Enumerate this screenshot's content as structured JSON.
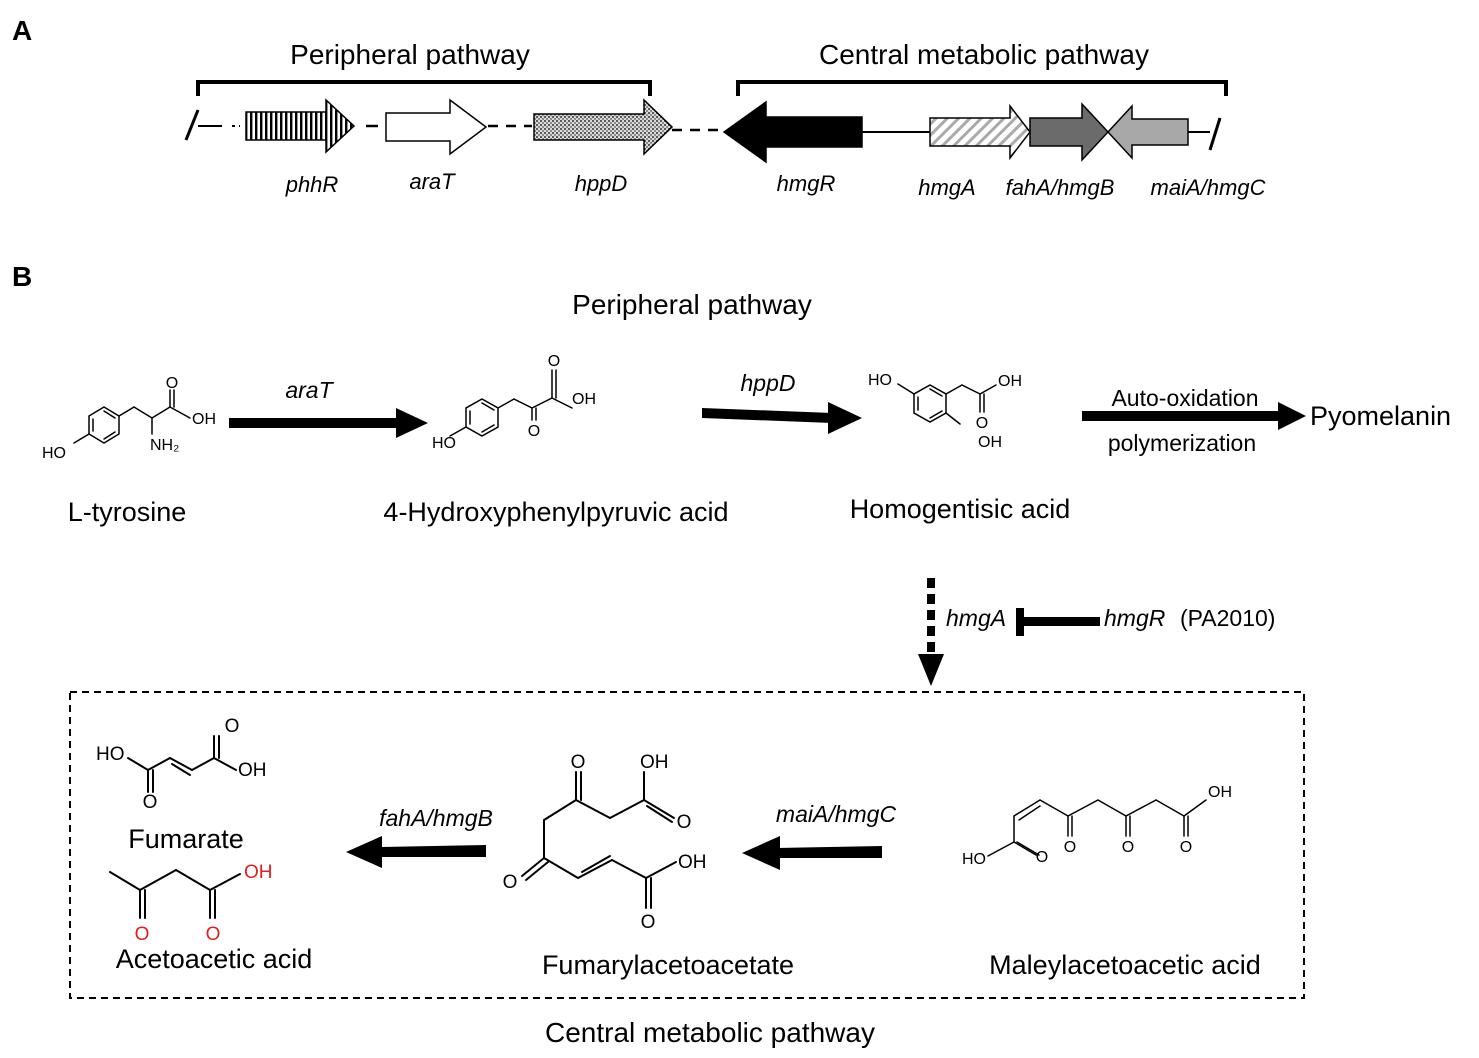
{
  "panel_a": {
    "label": "A",
    "peripheral_title": "Peripheral pathway",
    "central_title": "Central metabolic pathway",
    "genes": {
      "phhR": "phhR",
      "araT": "araT",
      "hppD": "hppD",
      "hmgR": "hmgR",
      "hmgA": "hmgA",
      "fahA": "fahA/hmgB",
      "maiA": "maiA/hmgC"
    }
  },
  "panel_b": {
    "label": "B",
    "peripheral_title": "Peripheral pathway",
    "central_title": "Central metabolic pathway",
    "compounds": {
      "tyrosine": "L-tyrosine",
      "hpp": "4-Hydroxyphenylpyruvic acid",
      "hga": "Homogentisic acid",
      "pyomelanin": "Pyomelanin",
      "fumarate": "Fumarate",
      "acetoacetic": "Acetoacetic acid",
      "fumarylacetoacetate": "Fumarylacetoacetate",
      "maleylacetoacetic": "Maleylacetoacetic acid"
    },
    "enzymes": {
      "araT": "araT",
      "hppD": "hppD",
      "autoox": "Auto-oxidation",
      "polym": "polymerization",
      "hmgA": "hmgA",
      "hmgR": "hmgR",
      "hmgR_id": "(PA2010)",
      "maiA": "maiA/hmgC",
      "fahA": "fahA/hmgB"
    },
    "atoms": {
      "O": "O",
      "OH": "OH",
      "HO": "HO",
      "NH2": "NH₂"
    }
  }
}
